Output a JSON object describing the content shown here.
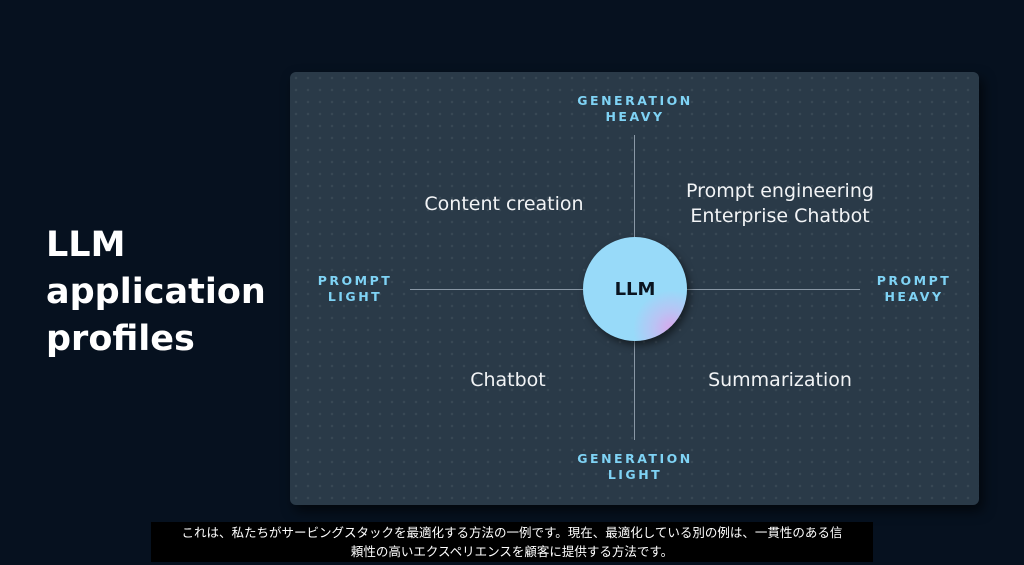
{
  "slide": {
    "title": "LLM application profiles"
  },
  "diagram": {
    "axes": {
      "top": "GENERATION HEAVY",
      "bottom": "GENERATION LIGHT",
      "left": "PROMPT LIGHT",
      "right": "PROMPT HEAVY"
    },
    "center": "LLM",
    "quadrants": {
      "top_left": "Content creation",
      "top_right_1": "Prompt engineering",
      "top_right_2": "Enterprise Chatbot",
      "bottom_left": "Chatbot",
      "bottom_right": "Summarization"
    }
  },
  "caption": {
    "line1": "これは、私たちがサービングスタックを最適化する方法の一例です。現在、最適化している別の例は、一貫性のある信",
    "line2": "頼性の高いエクスペリエンスを顧客に提供する方法です。"
  }
}
